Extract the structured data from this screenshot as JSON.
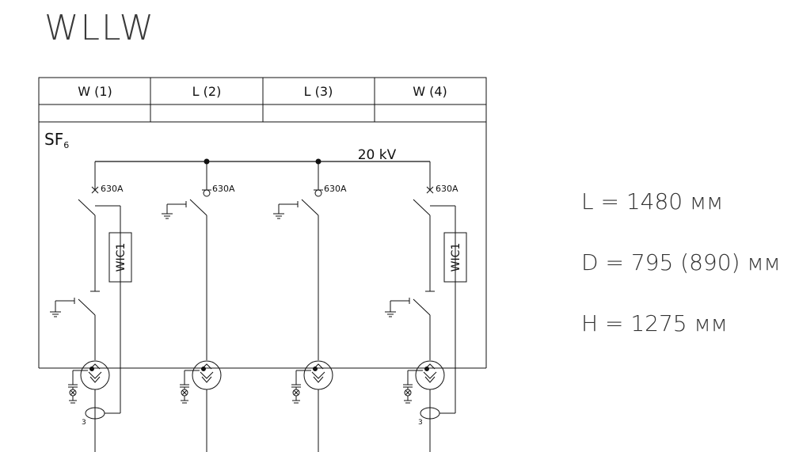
{
  "title": "WLLW",
  "panels": [
    "W (1)",
    "L (2)",
    "L (3)",
    "W (4)"
  ],
  "gas": {
    "main": "SF",
    "sub": "6"
  },
  "voltage": "20 kV",
  "switch_ratings": [
    "630A",
    "630A",
    "630A",
    "630A"
  ],
  "relay_label": "WIC1",
  "ct_label": "3",
  "dimensions": {
    "length": "L = 1480 мм",
    "depth": "D = 795 (890) мм",
    "height": "H = 1275 мм"
  }
}
